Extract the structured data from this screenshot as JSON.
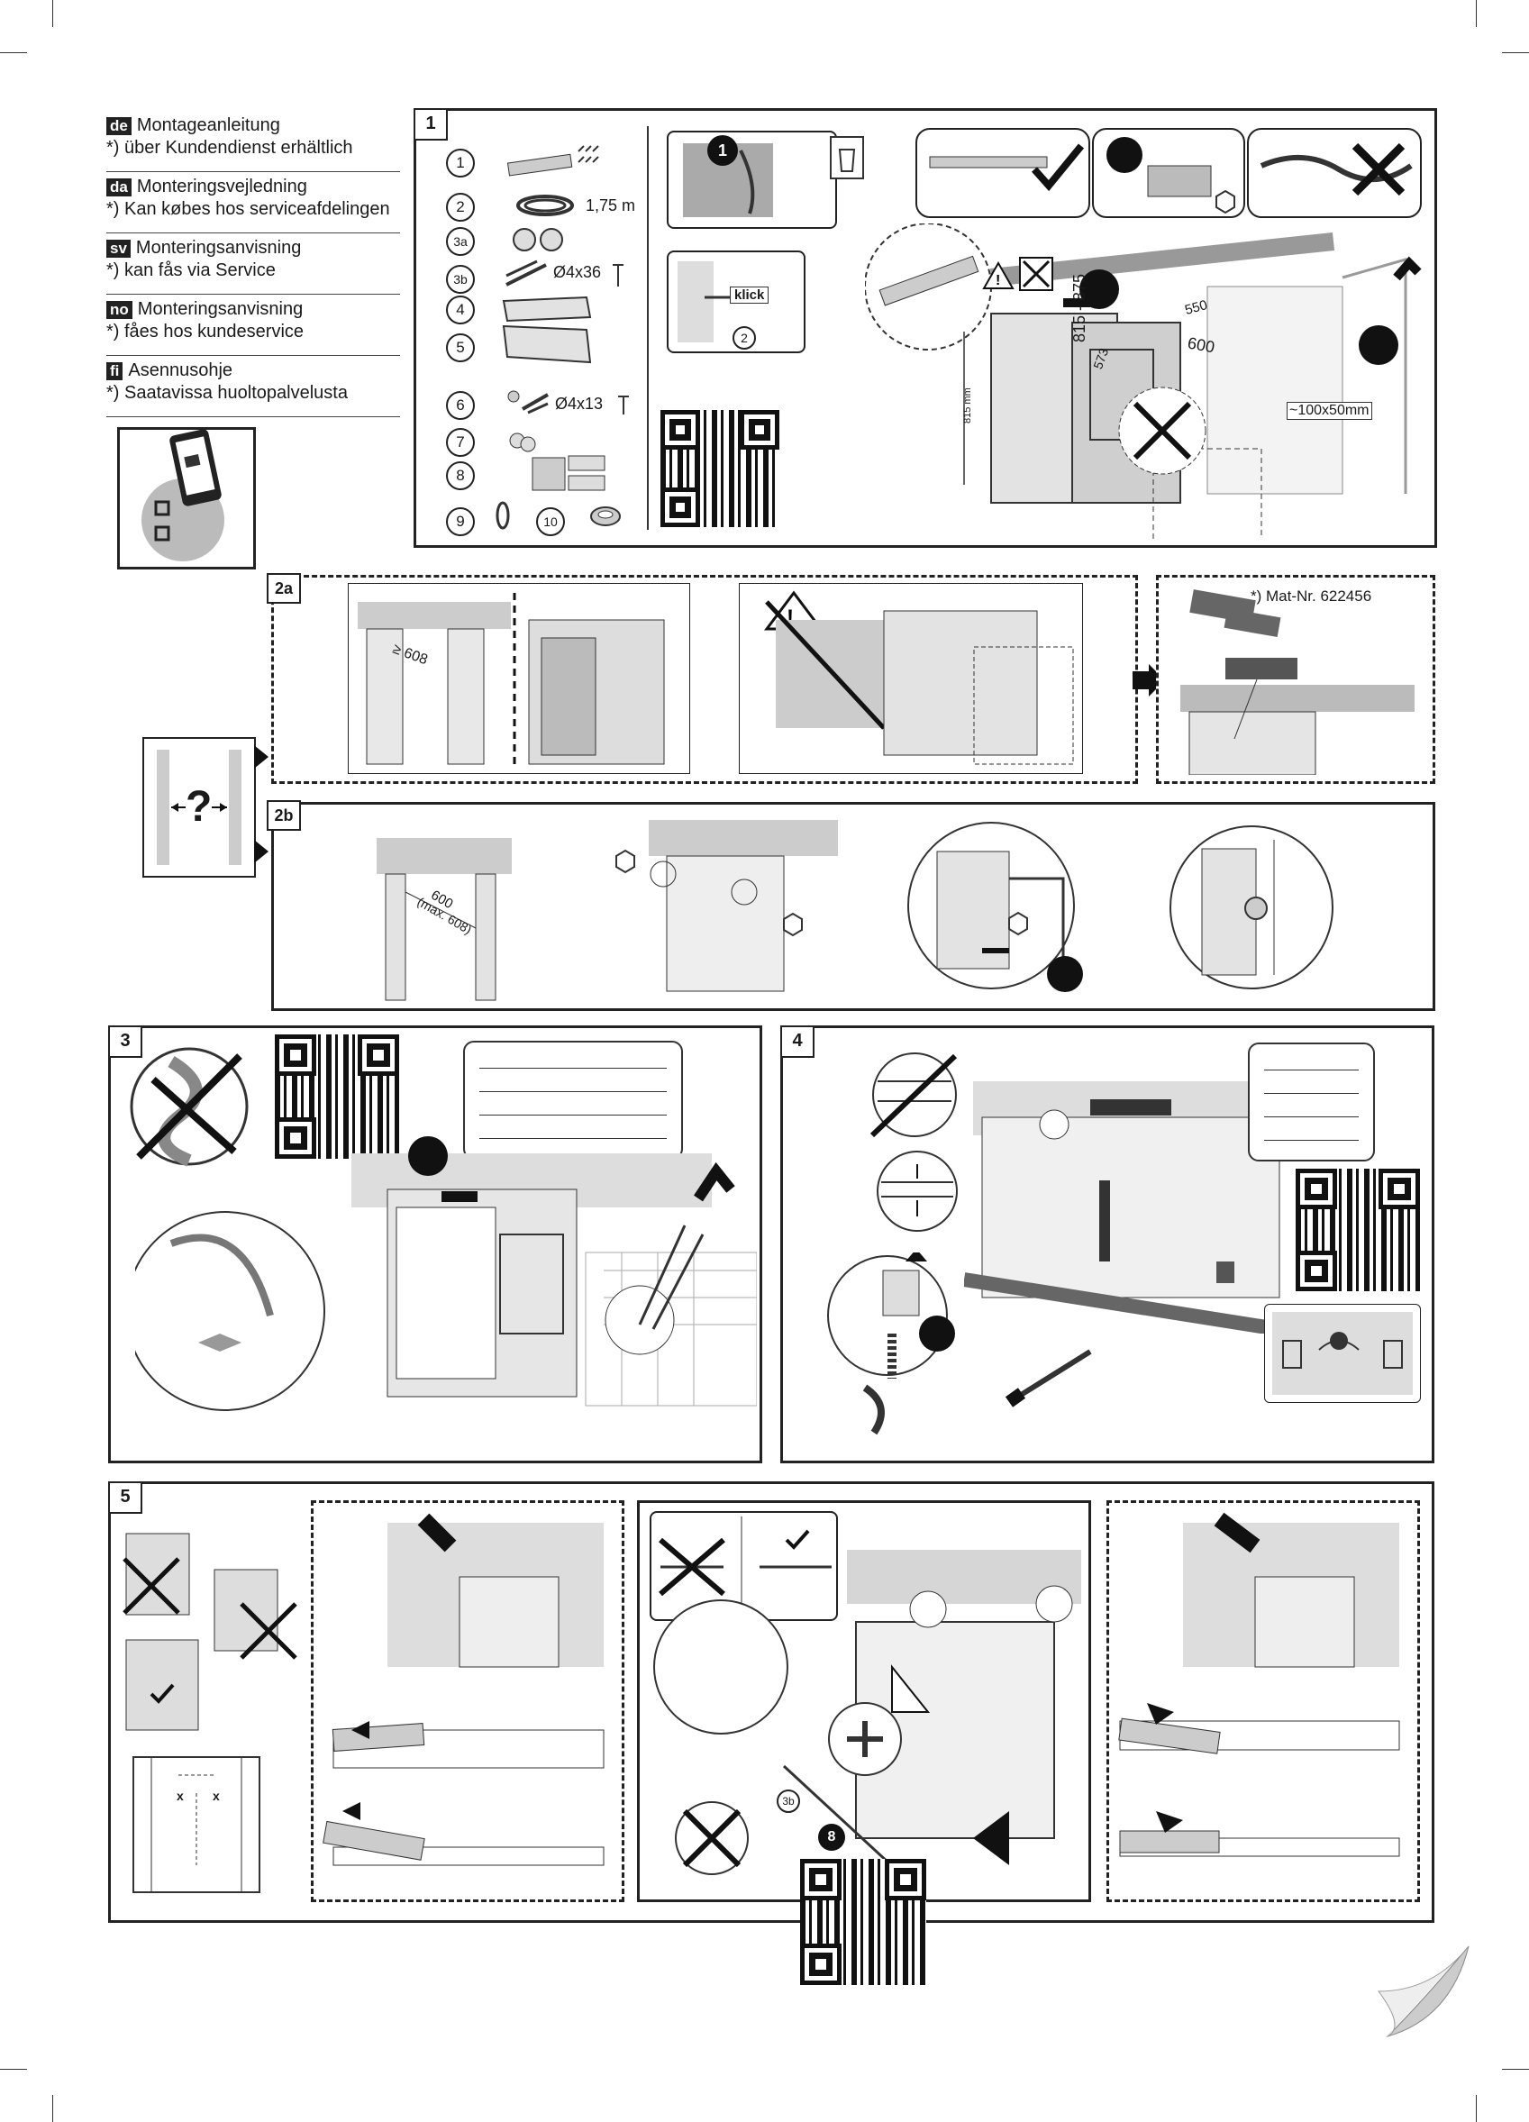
{
  "languages": [
    {
      "code": "de",
      "title": "Montageanleitung",
      "note": "*) über Kundendienst erhältlich"
    },
    {
      "code": "da",
      "title": "Monteringsvejledning",
      "note": "*) Kan købes hos serviceafdelingen"
    },
    {
      "code": "sv",
      "title": "Monteringsanvisning",
      "note": "*) kan fås via Service"
    },
    {
      "code": "no",
      "title": "Monteringsanvisning",
      "note": "*) fåes hos kundeservice"
    },
    {
      "code": "fi",
      "title": "Asennusohje",
      "note": "*) Saatavissa huoltopalvelusta"
    }
  ],
  "steps": {
    "s1": "1",
    "s2a": "2a",
    "s2b": "2b",
    "s3": "3",
    "s4": "4",
    "s5": "5"
  },
  "parts": [
    {
      "num": "1",
      "spec": ""
    },
    {
      "num": "2",
      "spec": "1,75 m"
    },
    {
      "num": "3a",
      "spec": ""
    },
    {
      "num": "3b",
      "spec": "Ø4x36"
    },
    {
      "num": "4",
      "spec": ""
    },
    {
      "num": "5",
      "spec": ""
    },
    {
      "num": "6",
      "spec": "Ø4x13"
    },
    {
      "num": "7",
      "spec": ""
    },
    {
      "num": "8",
      "spec": ""
    },
    {
      "num": "9",
      "spec": ""
    },
    {
      "num": "10",
      "spec": ""
    }
  ],
  "step1": {
    "klick": "klick",
    "callout_2": "2",
    "callout_1": "1",
    "dim_height": "815 - 875",
    "dim_550": "550",
    "dim_600": "600",
    "dim_573": "573",
    "dim_815mm": "815 mm",
    "dim_hole": "~100x50mm"
  },
  "step2a": {
    "dim_608": "≥ 608",
    "mat_nr": "*) Mat-Nr. 622456",
    "question": "?"
  },
  "step2b": {
    "dim_600": "600",
    "dim_max": "(max. 608)"
  },
  "step5": {
    "x_label": "x",
    "part_3b": "3b",
    "part_8": "8"
  }
}
